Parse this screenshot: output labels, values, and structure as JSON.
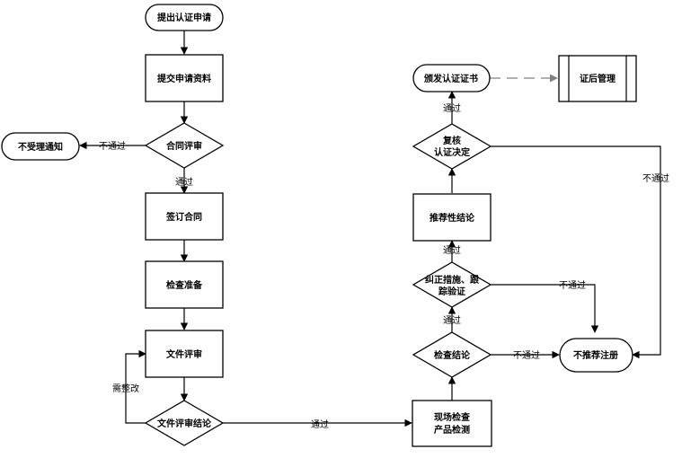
{
  "nodes": {
    "submit_application": "提出认证申请",
    "submit_materials": "提交申请资料",
    "contract_review": "合同评审",
    "reject_notice": "不受理通知",
    "sign_contract": "签订合同",
    "inspection_prep": "检查准备",
    "document_review": "文件评审",
    "doc_review_conclusion": "文件评审结论",
    "onsite_line1": "现场检查",
    "onsite_line2": "产品检测",
    "inspection_conclusion": "检查结论",
    "corrective_line1": "纠正措施、跟",
    "corrective_line2": "踪验证",
    "recommendation_conclusion": "推荐性结论",
    "recheck_line1": "复核",
    "recheck_line2": "认证决定",
    "issue_certificate": "颁发认证证书",
    "certificate_management": "证后管理",
    "not_recommended": "不推荐注册"
  },
  "edges": {
    "fail": "不通过",
    "pass": "通过",
    "needs_rectification": "需整改"
  }
}
